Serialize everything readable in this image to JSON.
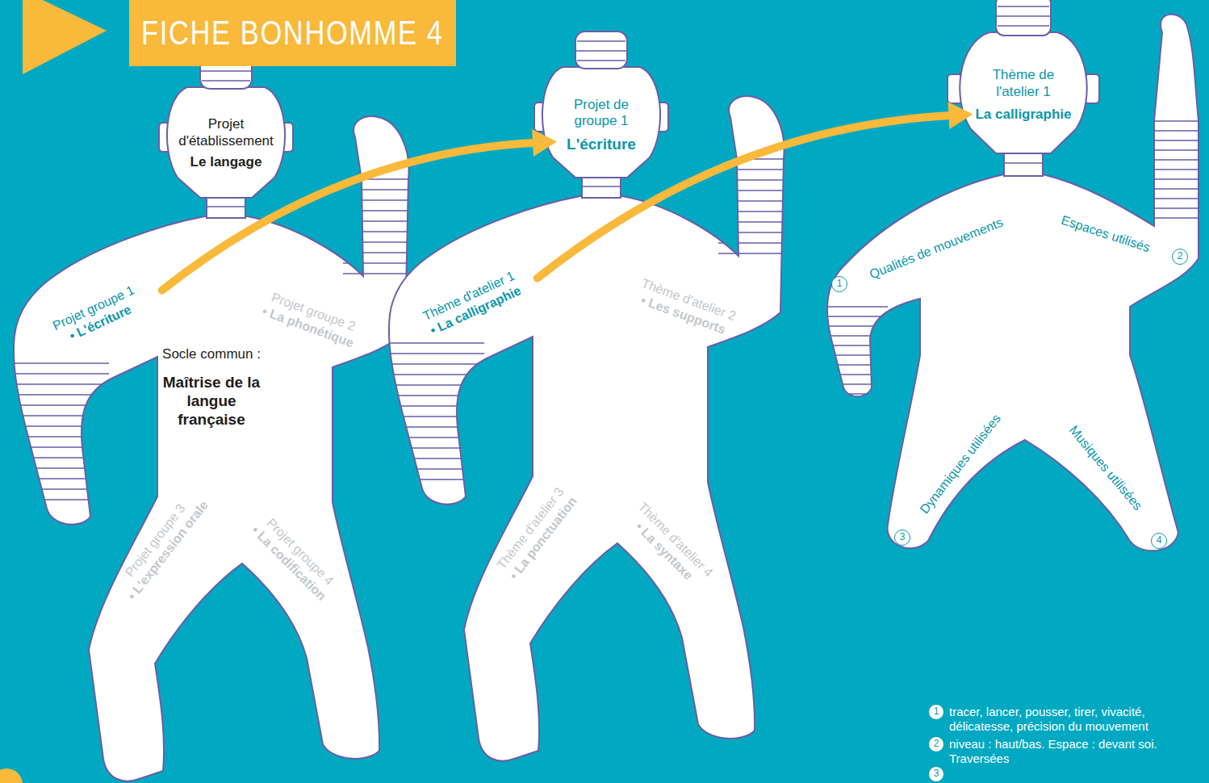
{
  "diagram": {
    "title": "FICHE BONHOMME 4",
    "nodes": [
      {
        "text": [
          "Projet d'établissement",
          "Le langage"
        ]
      },
      {
        "text": [
          "Socle commun :",
          "Maîtrise de la langue française"
        ]
      },
      {
        "text": [
          "Projet groupe 1",
          "• L'écriture"
        ],
        "in": 1
      },
      {
        "text": [
          "Projet groupe 2",
          "• La phonétique"
        ],
        "in": 1
      },
      {
        "text": [
          "Projet groupe 3",
          "• L'expression orale"
        ],
        "in": 1
      },
      {
        "text": [
          "Projet groupe 4",
          "• La codification"
        ],
        "in": 1
      },
      {
        "text": [
          "Projet de groupe 1",
          "L'écriture"
        ]
      },
      {
        "text": [
          "Thème d'atelier 1",
          "• La calligraphie"
        ]
      },
      {
        "text": [
          "Thème d'atelier 2",
          "• Les supports"
        ]
      },
      {
        "text": [
          "Thème d'atelier 3",
          "• La ponctuation"
        ]
      },
      {
        "text": [
          "Thème d'atelier 4",
          "• La syntaxe"
        ]
      },
      {
        "text": [
          "Thème de l'atelier 1",
          "La calligraphie"
        ]
      },
      {
        "text": [
          "Qualités de mouvements"
        ]
      },
      {
        "text": [
          "Espaces utilisés"
        ]
      },
      {
        "text": [
          "Dynamiques utilisées"
        ]
      },
      {
        "text": [
          "Musiques utilisées"
        ]
      }
    ],
    "edges": [
      {
        "from": 2,
        "to": 6,
        "arrow": "to"
      },
      {
        "from": 7,
        "to": 11,
        "arrow": "to"
      }
    ],
    "labels": [
      "1",
      "2",
      "3",
      "4",
      "1",
      "tracer, lancer, pousser, tirer, vivacité, délicatesse, précision du mouvement",
      "2",
      "niveau : haut/bas. Espace : devant soi. Traversées",
      "3"
    ]
  }
}
